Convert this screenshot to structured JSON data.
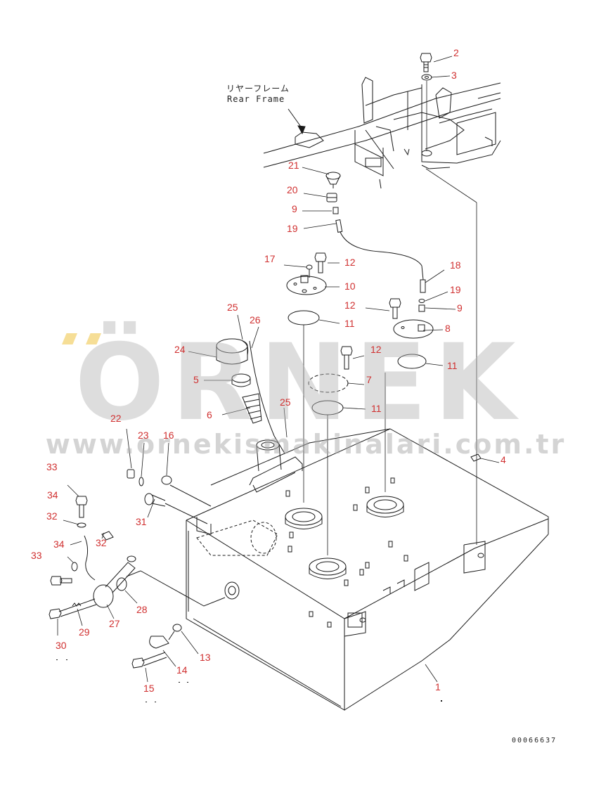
{
  "watermark": {
    "brand": "ÖRNEK",
    "url": "www.ornekismakinalari.com.tr",
    "accent": "#f0c850"
  },
  "labels": {
    "jp": "リヤーフレーム",
    "en": "Rear Frame"
  },
  "doc_id": "00066637",
  "colors": {
    "line": "#1a1a1a",
    "callout": "#d03030"
  },
  "callouts": [
    "2",
    "3",
    "21",
    "20",
    "9",
    "19",
    "17",
    "12",
    "10",
    "18",
    "19",
    "12",
    "9",
    "8",
    "11",
    "25",
    "26",
    "24",
    "5",
    "6",
    "25",
    "12",
    "7",
    "11",
    "11",
    "4",
    "22",
    "23",
    "16",
    "33",
    "34",
    "31",
    "32",
    "34",
    "32",
    "33",
    "27",
    "28",
    "30",
    "29",
    "13",
    "14",
    "15",
    "1"
  ]
}
